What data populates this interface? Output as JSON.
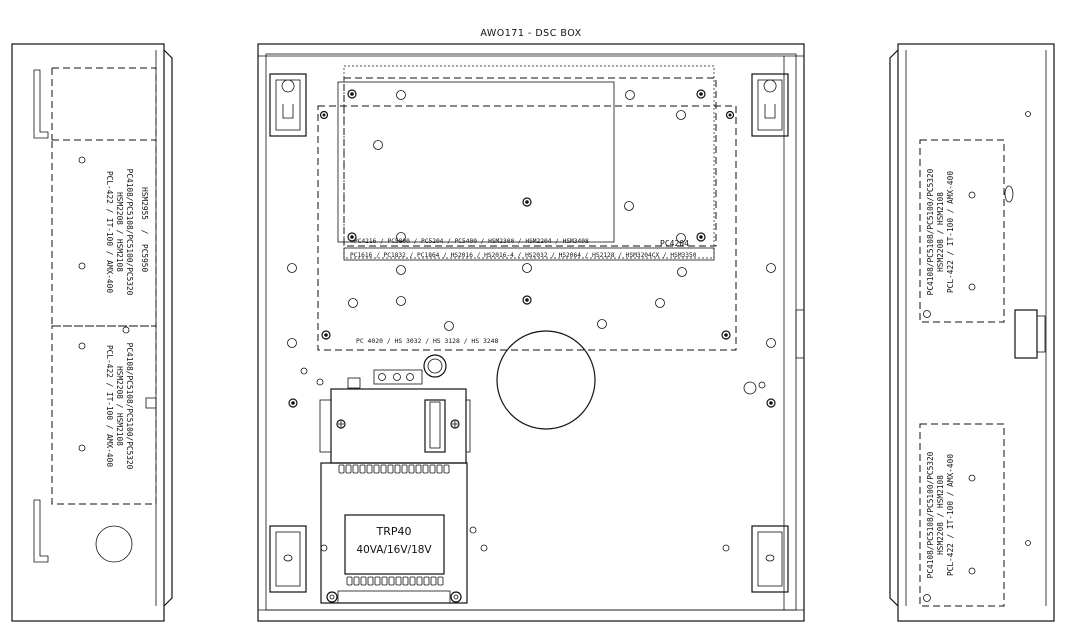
{
  "title": "AWO171 - DSC BOX",
  "left_side": {
    "upper_panel": {
      "line1": "PC4108/PC5108/PC5100/PC5320",
      "line2": "HSM2208 / HSM2108",
      "line3": "PCL-422 / IT-100 / AMX-400"
    },
    "lower_panel": {
      "line1": "PC4108/PC5108/PC5100/PC5320",
      "line2": "HSM2208 / HSM2108",
      "line3": "PCL-422 / IT-100 / AMX-400"
    },
    "module_label_a": "HSM2955",
    "module_label_b": "PC5950"
  },
  "front": {
    "board_label_1": "PC4216 / PC5800 / PC5204 / PC5400 / HSM2300 / HSM2204 / HSM3408",
    "board_label_pc4204": "PC4204",
    "board_label_2": "PC1616 / PC1832 / PC1864 / HS2016 / HS2016-4 / HS2032 / HS2064 / HS2128 / HSM3204CX / HSM3350",
    "board_label_3": "PC 4020 / HS 3032 / HS 3128 / HS 3248",
    "transformer": {
      "name": "TRP40",
      "rating": "40VA/16V/18V"
    }
  },
  "right_side": {
    "upper_panel": {
      "line1": "PC4108/PC5108/PC5100/PC5320",
      "line2": "HSM2208 / HSM2108",
      "line3": "PCL-422 / IT-100 / AMX-400"
    },
    "lower_panel": {
      "line1": "PC4108/PC5108/PC5100/PC5320",
      "line2": "HSM2208 / HSM2108",
      "line3": "PCL-422 / IT-100 / AMX-400"
    }
  }
}
